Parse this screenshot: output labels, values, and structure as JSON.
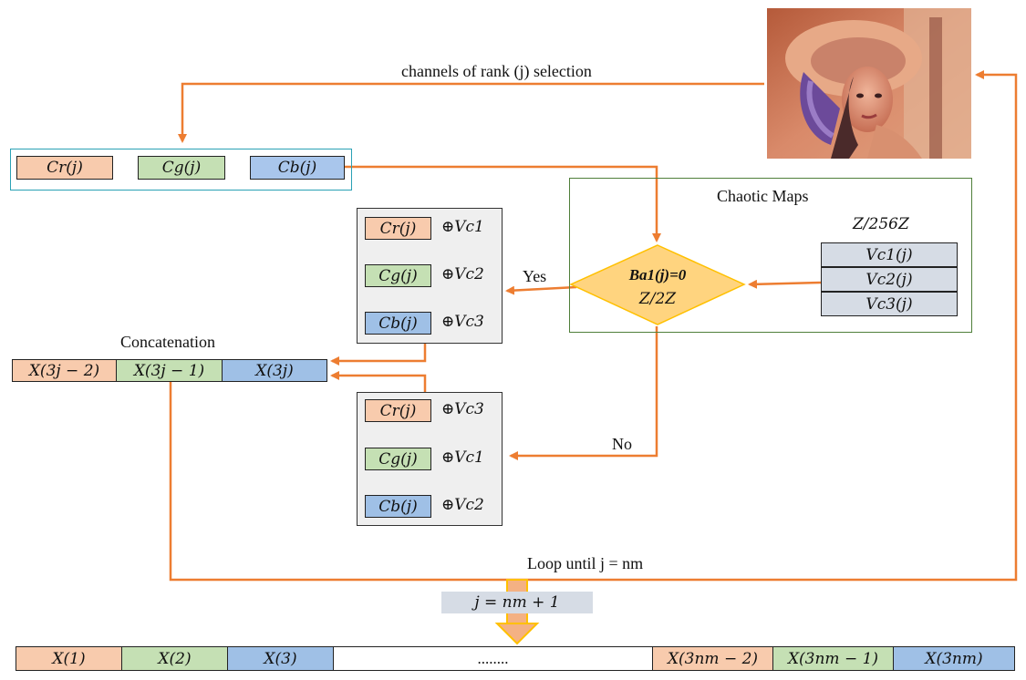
{
  "selection_label": "channels of rank (j) selection",
  "channels": {
    "cr": "Cr(j)",
    "cg": "Cg(j)",
    "cb": "Cb(j)"
  },
  "chaotic": {
    "title": "Chaotic Maps",
    "ring": "Z/256Z",
    "vectors": [
      "Vc1(j)",
      "Vc2(j)",
      "Vc3(j)"
    ]
  },
  "decision": {
    "condition": "Ba1(j)=0",
    "ring": "Z/2Z",
    "yes": "Yes",
    "no": "No"
  },
  "yes_branch": [
    {
      "channel": "Cr(j)",
      "op": "⊕Vc1"
    },
    {
      "channel": "Cg(j)",
      "op": "⊕Vc2"
    },
    {
      "channel": "Cb(j)",
      "op": "⊕Vc3"
    }
  ],
  "no_branch": [
    {
      "channel": "Cr(j)",
      "op": "⊕Vc3"
    },
    {
      "channel": "Cg(j)",
      "op": "⊕Vc1"
    },
    {
      "channel": "Cb(j)",
      "op": "⊕Vc2"
    }
  ],
  "concat": {
    "title": "Concatenation",
    "cells": [
      "X(3j − 2)",
      "X(3j − 1)",
      "X(3j)"
    ]
  },
  "loop_label": "Loop until j = nm",
  "increment_label": "j = nm + 1",
  "output": [
    "X(1)",
    "X(2)",
    "X(3)",
    "........",
    "X(3nm − 2)",
    "X(3nm − 1)",
    "X(3nm)"
  ],
  "colors": {
    "arrow": "#ed7d31",
    "red_channel": "#f8cbad",
    "green_channel": "#c5e0b4",
    "blue_channel": "#9fc0e6",
    "decision_fill": "#ffd47f",
    "vector_fill": "#d6dce5",
    "panel_border_teal": "#2aa1b5",
    "panel_border_green": "#4f7f3a"
  }
}
